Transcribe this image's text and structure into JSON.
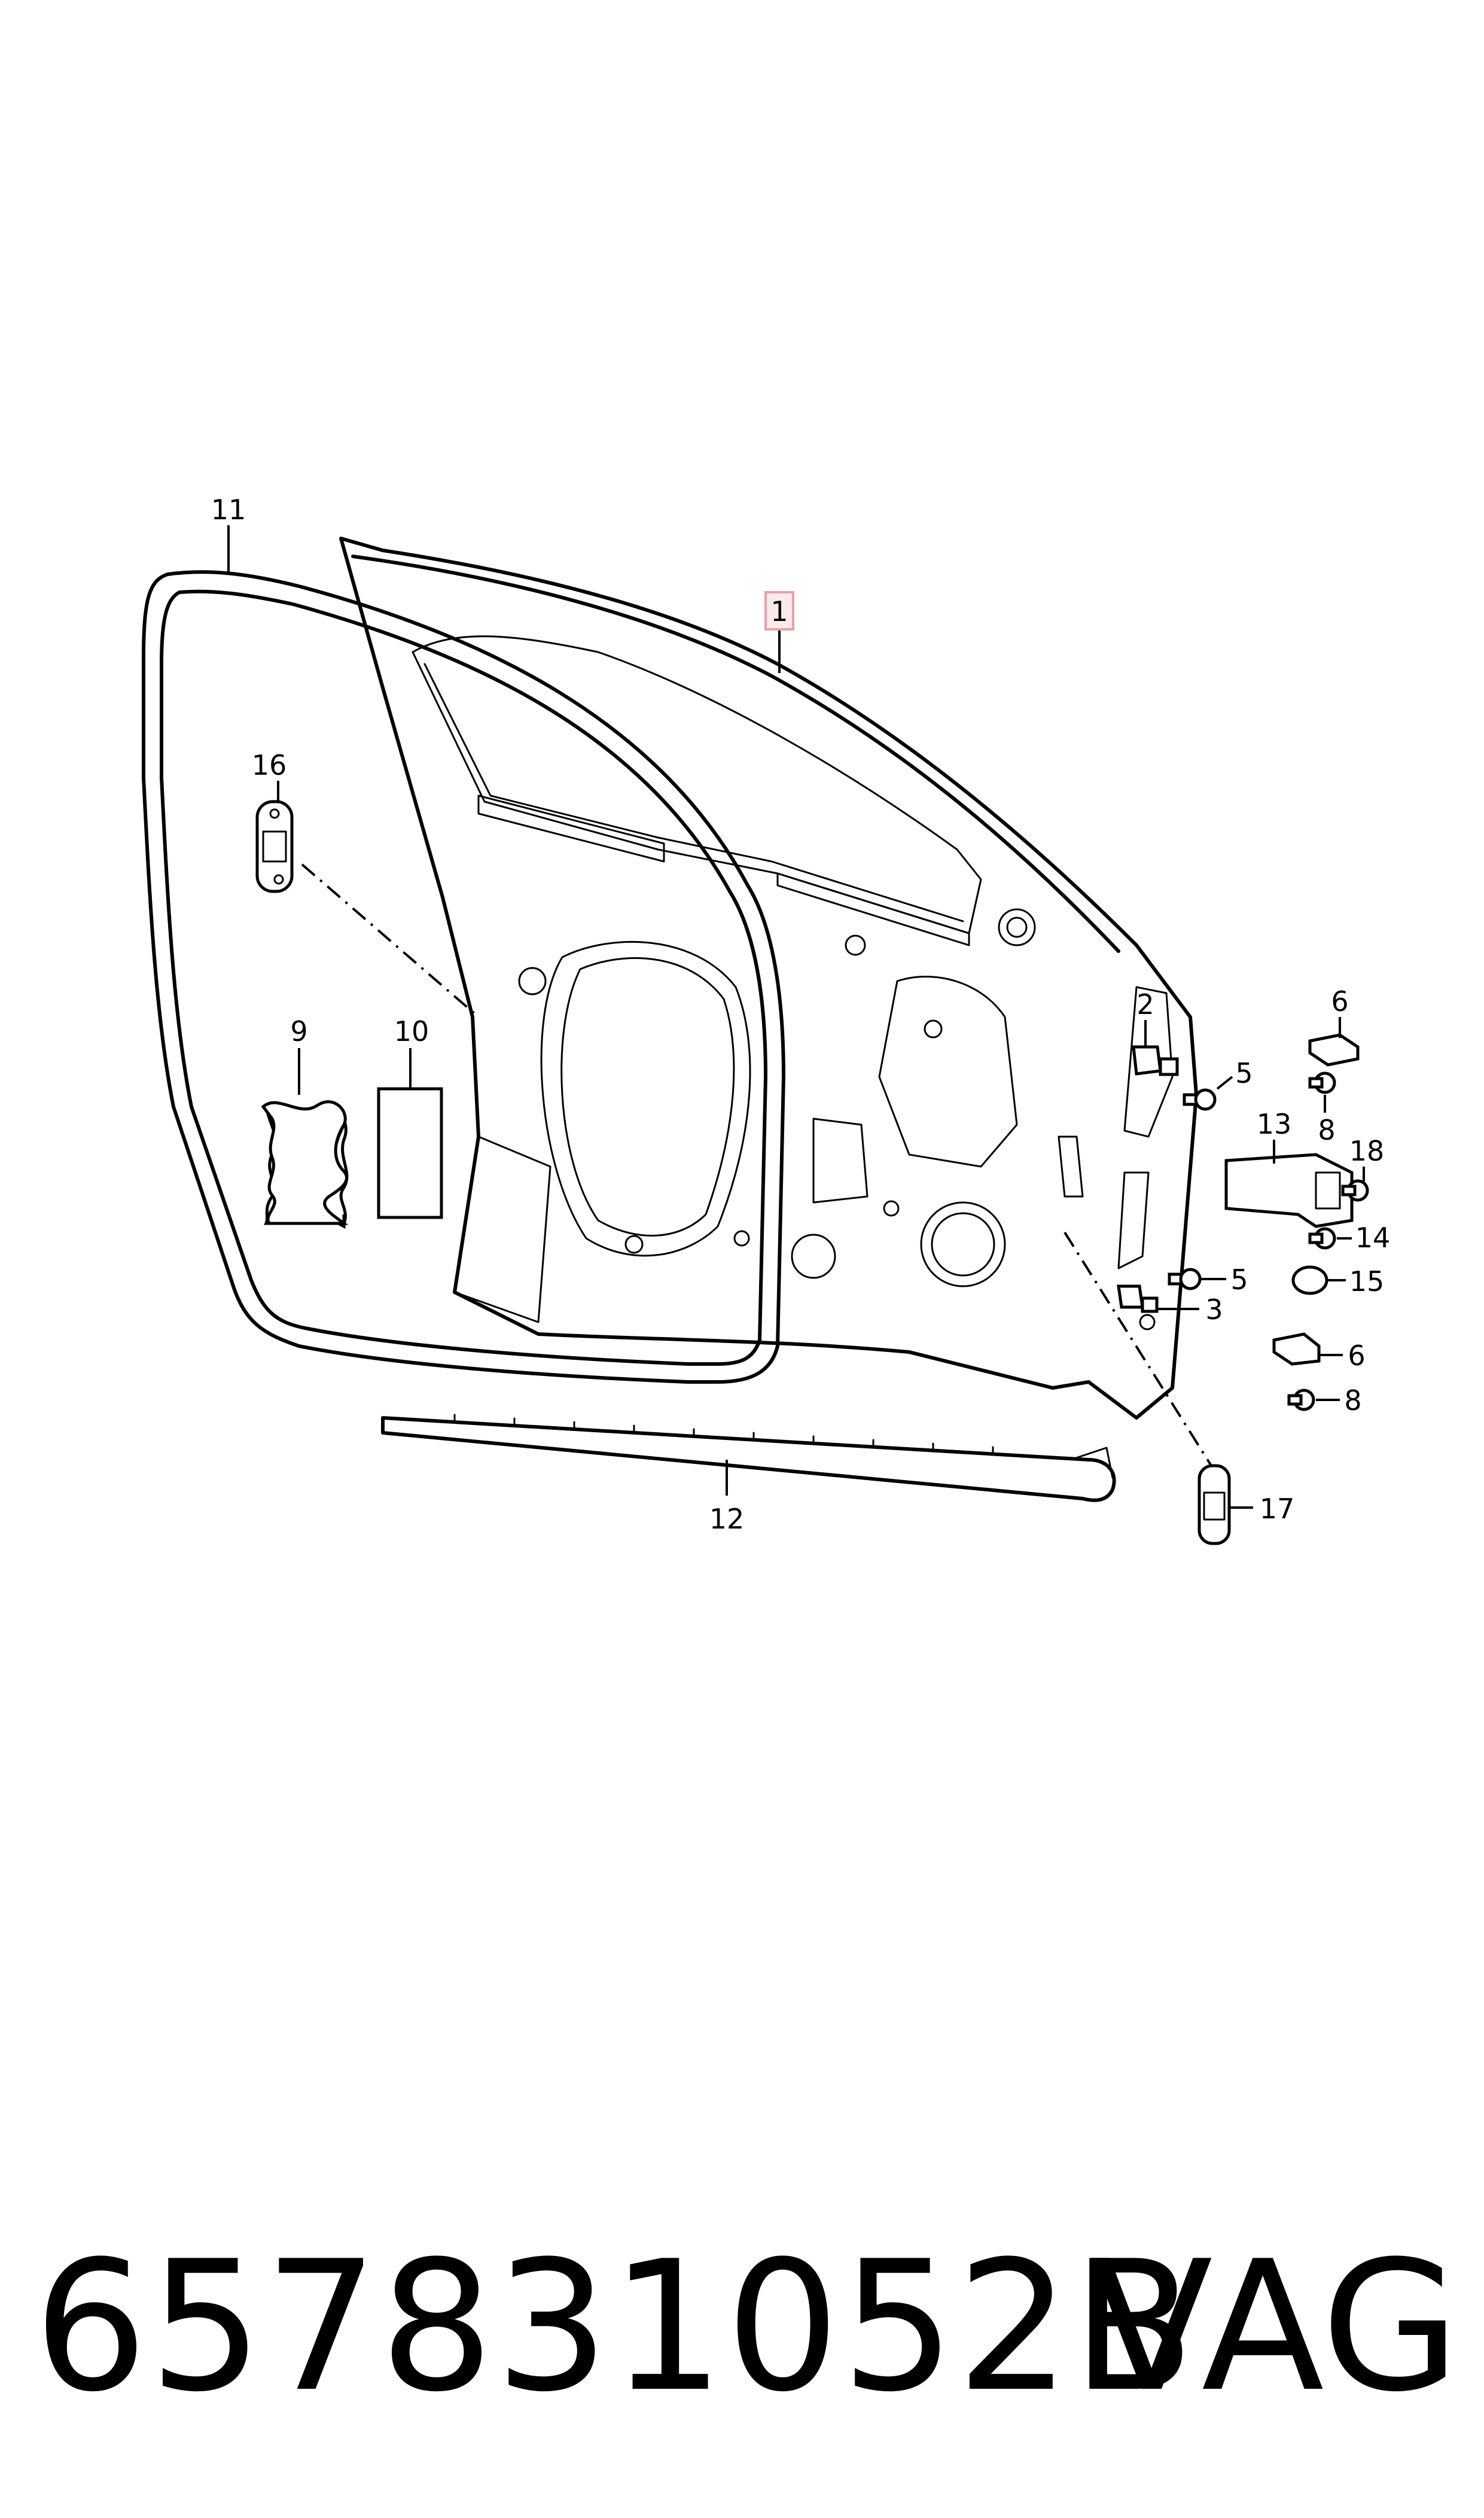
{
  "callouts": {
    "c1": "1",
    "c2": "2",
    "c3": "3",
    "c5a": "5",
    "c5b": "5",
    "c6a": "6",
    "c6b": "6",
    "c8a": "8",
    "c8b": "8",
    "c9": "9",
    "c10": "10",
    "c11": "11",
    "c12": "12",
    "c13": "13",
    "c14": "14",
    "c15": "15",
    "c16": "16",
    "c17": "17",
    "c18": "18"
  },
  "footer": {
    "part_number": "657831052B",
    "brand": "VAG"
  },
  "colors": {
    "line": "#000000",
    "highlight_box": "#e8a0a8",
    "highlight_fill": "#fbeaec"
  }
}
